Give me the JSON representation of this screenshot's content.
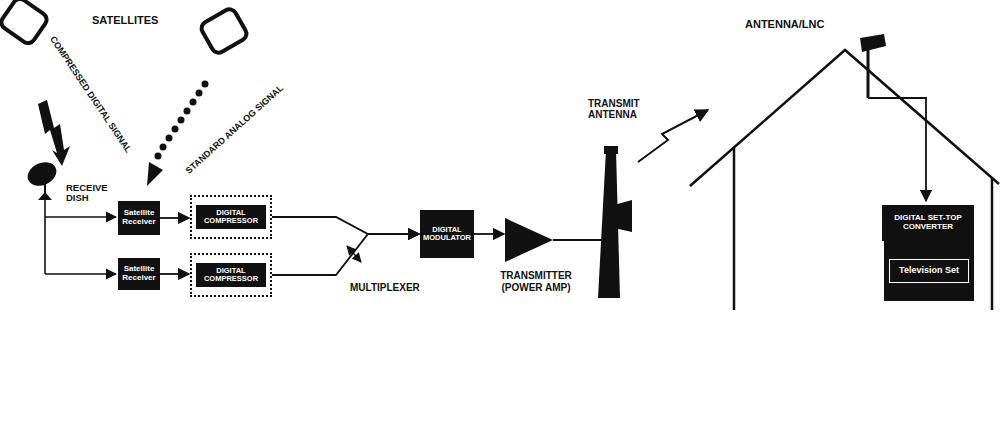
{
  "diagram": {
    "nodes": [
      {
        "text": [
          "Satellite Receiver"
        ]
      },
      {
        "text": [
          "Satellite Receiver"
        ]
      },
      {
        "text": [
          "DIGITAL COMPRESSOR"
        ]
      },
      {
        "text": [
          "DIGITAL COMPRESSOR"
        ]
      },
      {
        "text": [
          "DIGITAL MODULATOR"
        ]
      },
      {
        "text": [
          "TRANSMITTER (POWER AMP)"
        ]
      },
      {
        "text": [
          "DIGITAL SET-TOP CONVERTER"
        ]
      },
      {
        "text": [
          "Television Set"
        ]
      }
    ],
    "edges": [
      {
        "from": 0,
        "to": 2,
        "arrow": "to"
      },
      {
        "from": 1,
        "to": 3,
        "arrow": "to"
      },
      {
        "from": 2,
        "to": 4,
        "arrow": "to"
      },
      {
        "from": 3,
        "to": 4,
        "arrow": "to"
      },
      {
        "from": 4,
        "to": 5,
        "arrow": "to"
      }
    ],
    "labels": [
      "SATELLITES",
      "COMPRESSED DIGITAL SIGNAL",
      "STANDARD ANALOG SIGNAL",
      "RECEIVE DISH",
      "MULTIPLEXER",
      "TRANSMIT ANTENNA",
      "ANTENNA/LNC"
    ]
  }
}
